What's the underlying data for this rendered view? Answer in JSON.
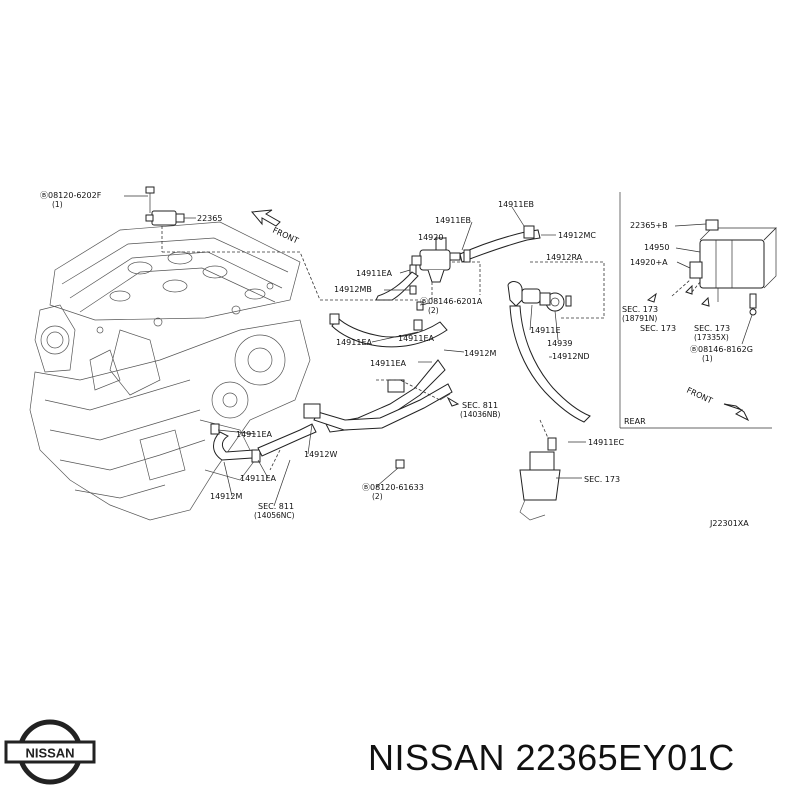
{
  "labels": {
    "bolt_top_left": "Ⓑ08120-6202F",
    "bolt_top_left_qty": "(1)",
    "p22365": "22365",
    "front_top": "FRONT",
    "p14911EB_a": "14911EB",
    "p14911EB_b": "14911EB",
    "p14920": "14920",
    "p14912MC": "14912MC",
    "p14912RA": "14912RA",
    "p14911EA_1": "14911EA",
    "p14912MB": "14912MB",
    "bolt_mid": "Ⓑ08146-6201A",
    "bolt_mid_qty": "(2)",
    "p14911E": "14911E",
    "p14939": "14939",
    "p14911EA_2": "14911EA",
    "p14911EA_3": "14911EA",
    "p14912M_1": "14912M",
    "p14911EA_4": "14911EA",
    "p14912ND": "14912ND",
    "sec811_a": "SEC. 811",
    "sec811_a_ref": "(14036NB)",
    "p14911EA_5": "14911EA",
    "p14911EC": "14911EC",
    "p14912W": "14912W",
    "p14911EA_6": "14911EA",
    "bolt_bottom": "Ⓑ08120-61633",
    "bolt_bottom_qty": "(2)",
    "sec173_b": "SEC. 173",
    "p14912M_2": "14912M",
    "sec811_b": "SEC. 811",
    "sec811_b_ref": "(14056NC)",
    "p22365B": "22365+B",
    "p14950": "14950",
    "p14920A": "14920+A",
    "sec173_1": "SEC. 173",
    "sec173_1_ref": "(18791N)",
    "sec173_2": "SEC. 173",
    "sec173_3": "SEC. 173",
    "sec173_3_ref": "(17335X)",
    "bolt_right": "Ⓑ08146-8162G",
    "bolt_right_qty": "(1)",
    "front_right": "FRONT",
    "rear": "REAR",
    "diagram_code": "J22301XA"
  },
  "logo": {
    "brand_text": "NISSAN",
    "color": "#222222"
  },
  "caption": {
    "text": "NISSAN 22365EY01C"
  }
}
